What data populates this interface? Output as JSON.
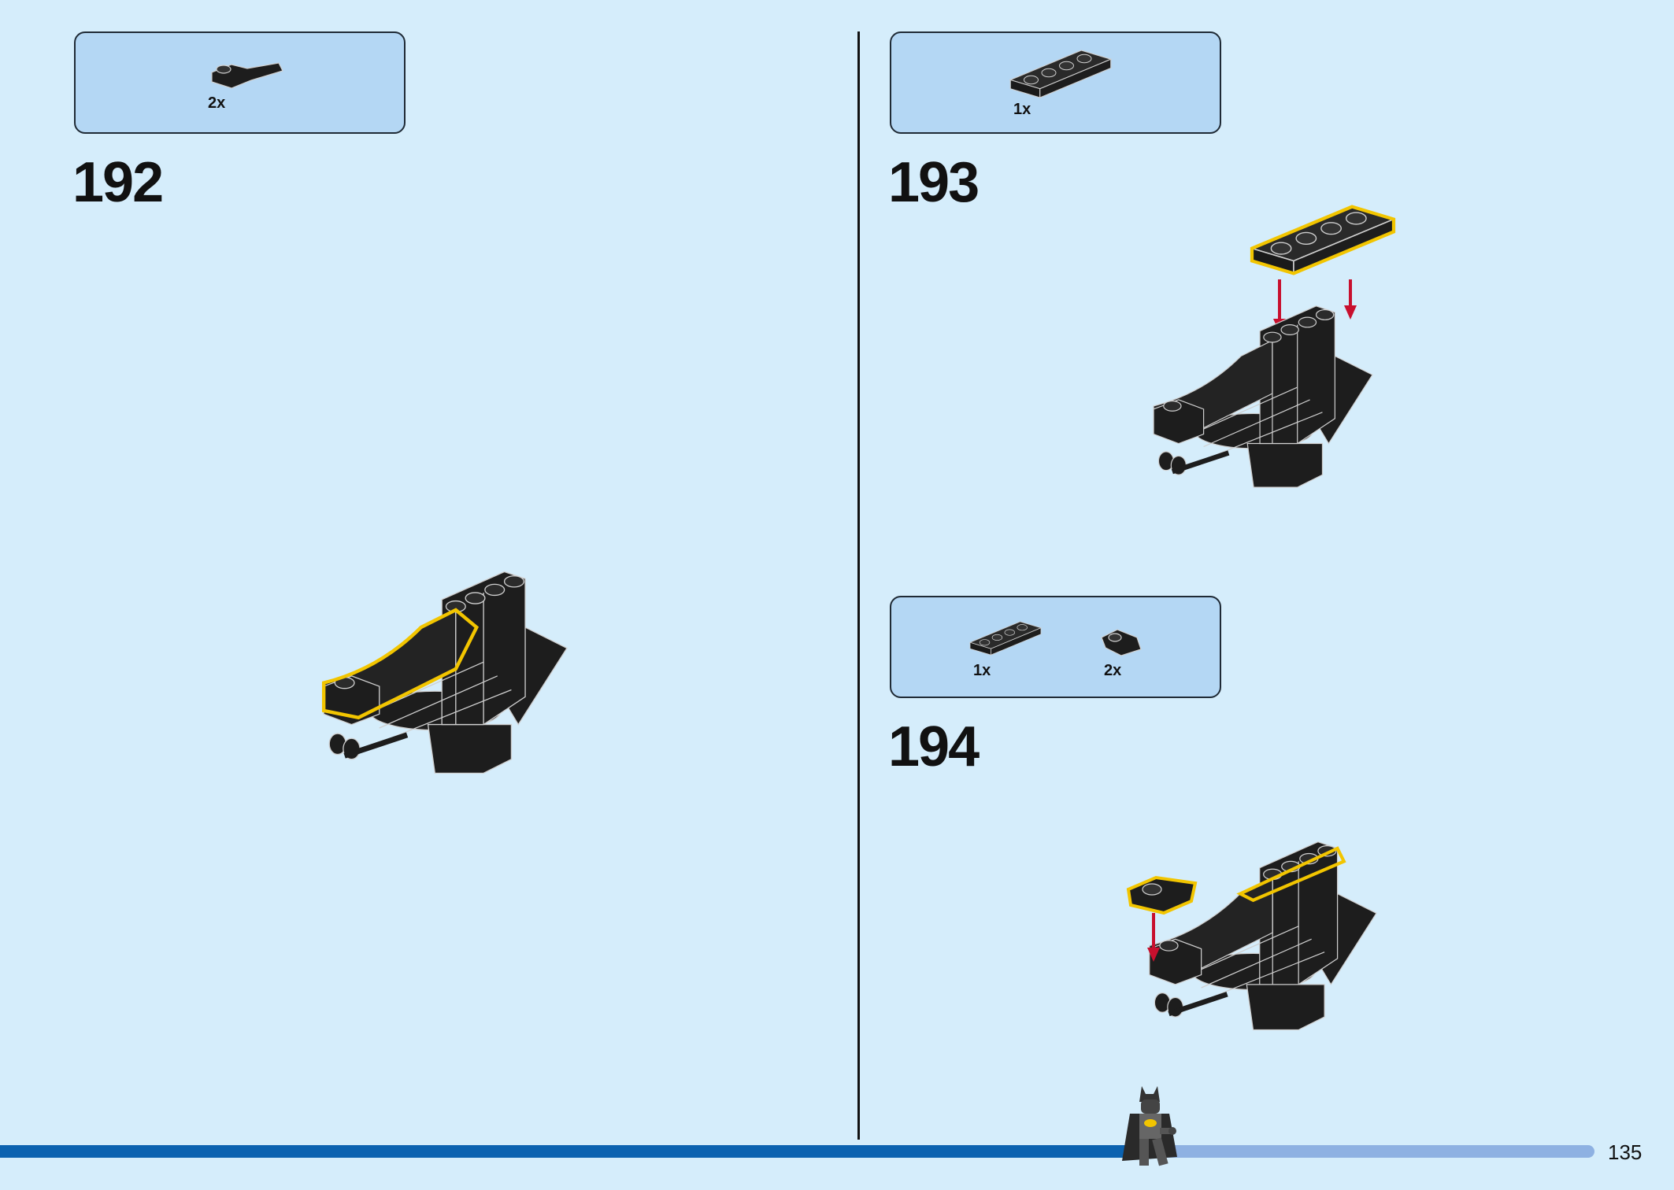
{
  "colors": {
    "background": "#d5edfb",
    "parts_box": "#b4d7f4",
    "brick": "#1d1d1d",
    "highlight": "#f2c500",
    "arrow": "#c8102e",
    "progress_done": "#0b62b0",
    "progress_rest": "#8eb1e2"
  },
  "progress": {
    "fraction": 0.71
  },
  "page": {
    "number": "135"
  },
  "steps": [
    {
      "number": "192",
      "parts": [
        {
          "qty": "2x",
          "icon": "curved-slope-brick-icon"
        }
      ]
    },
    {
      "number": "193",
      "parts": [
        {
          "qty": "1x",
          "icon": "plate-1x4-icon"
        }
      ]
    },
    {
      "number": "194",
      "parts": [
        {
          "qty": "1x",
          "icon": "plate-1x3-icon"
        },
        {
          "qty": "2x",
          "icon": "pointed-tile-icon"
        }
      ]
    }
  ],
  "mascot": {
    "icon": "batman-minifigure-icon"
  }
}
